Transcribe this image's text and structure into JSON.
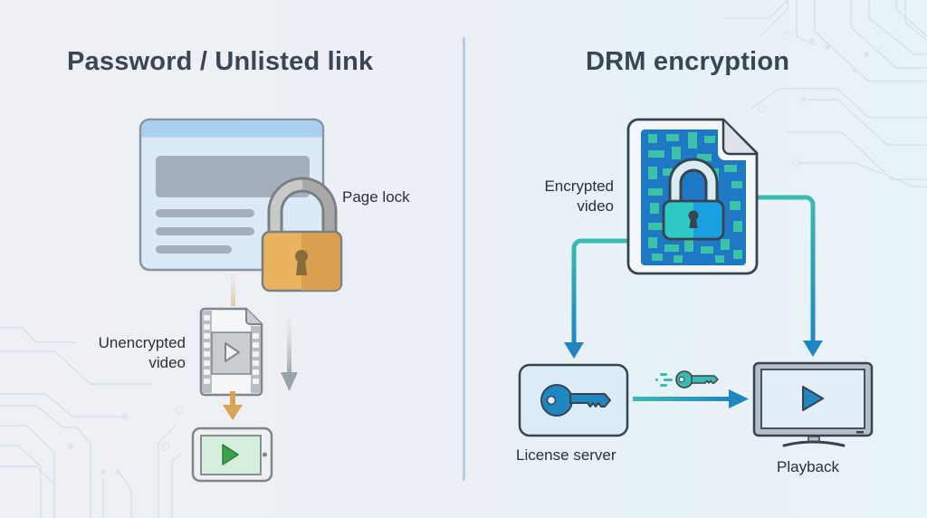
{
  "left_panel": {
    "title": "Password / Unlisted link",
    "labels": {
      "page_lock": "Page lock",
      "unencrypted_video_line1": "Unencrypted",
      "unencrypted_video_line2": "video"
    }
  },
  "right_panel": {
    "title": "DRM encryption",
    "labels": {
      "encrypted_video_line1": "Encrypted",
      "encrypted_video_line2": "video",
      "license_server": "License server",
      "playback": "Playback"
    }
  },
  "colors": {
    "title_text": "#3a4654",
    "divider": "#b7d0e0",
    "gold_lock": "#e7a94f",
    "teal_flow": "#2fb3b0",
    "blue_flow": "#1f86c0",
    "play_green": "#3aa14f"
  }
}
